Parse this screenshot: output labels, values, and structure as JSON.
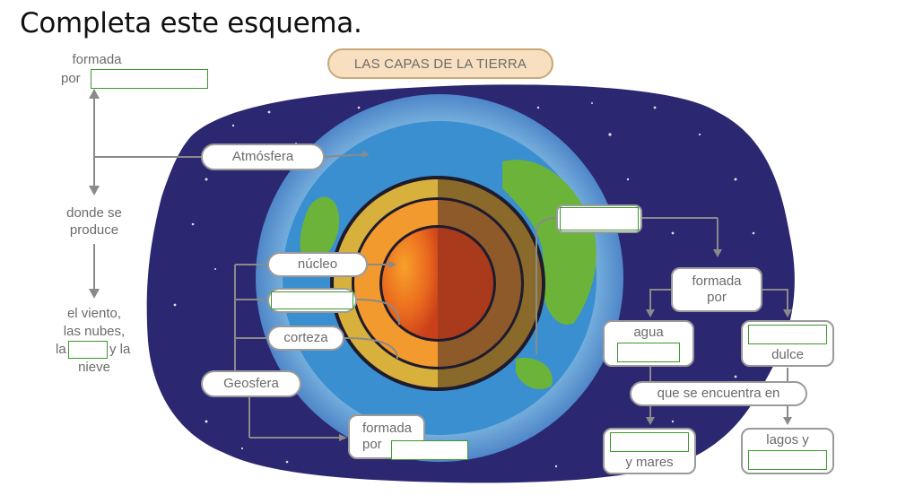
{
  "instruction": "Completa este esquema.",
  "title": "LAS CAPAS DE LA TIERRA",
  "left_column": {
    "formada": "formada",
    "por": "por",
    "donde_se": "donde se",
    "produce": "produce",
    "el_viento": "el viento,",
    "las_nubes": "las nubes,",
    "la": "la",
    "y_la": "y la",
    "nieve": "nieve"
  },
  "boxes": {
    "atmosfera": "Atmósfera",
    "nucleo": "núcleo",
    "corteza": "corteza",
    "geosfera": "Geosfera",
    "formada_por_line1": "formada",
    "formada_por_line2": "por",
    "hidro_formada": "formada",
    "hidro_por": "por",
    "agua": "agua",
    "dulce": "dulce",
    "que_se_encuentra": "que se encuentra en",
    "y_mares": "y mares",
    "lagos_y": "lagos y"
  },
  "colors": {
    "space": "#2b2770",
    "outer_glow": "#7fc6e6",
    "atmosphere": "#8fd0ee",
    "ocean": "#3a8fd0",
    "land": "#6cb33a",
    "crust": "#d8b13c",
    "mantle": "#f29a2e",
    "core": "#e2501c",
    "blank_border": "#3a9a2a",
    "title_bg": "#f7dfbf"
  }
}
